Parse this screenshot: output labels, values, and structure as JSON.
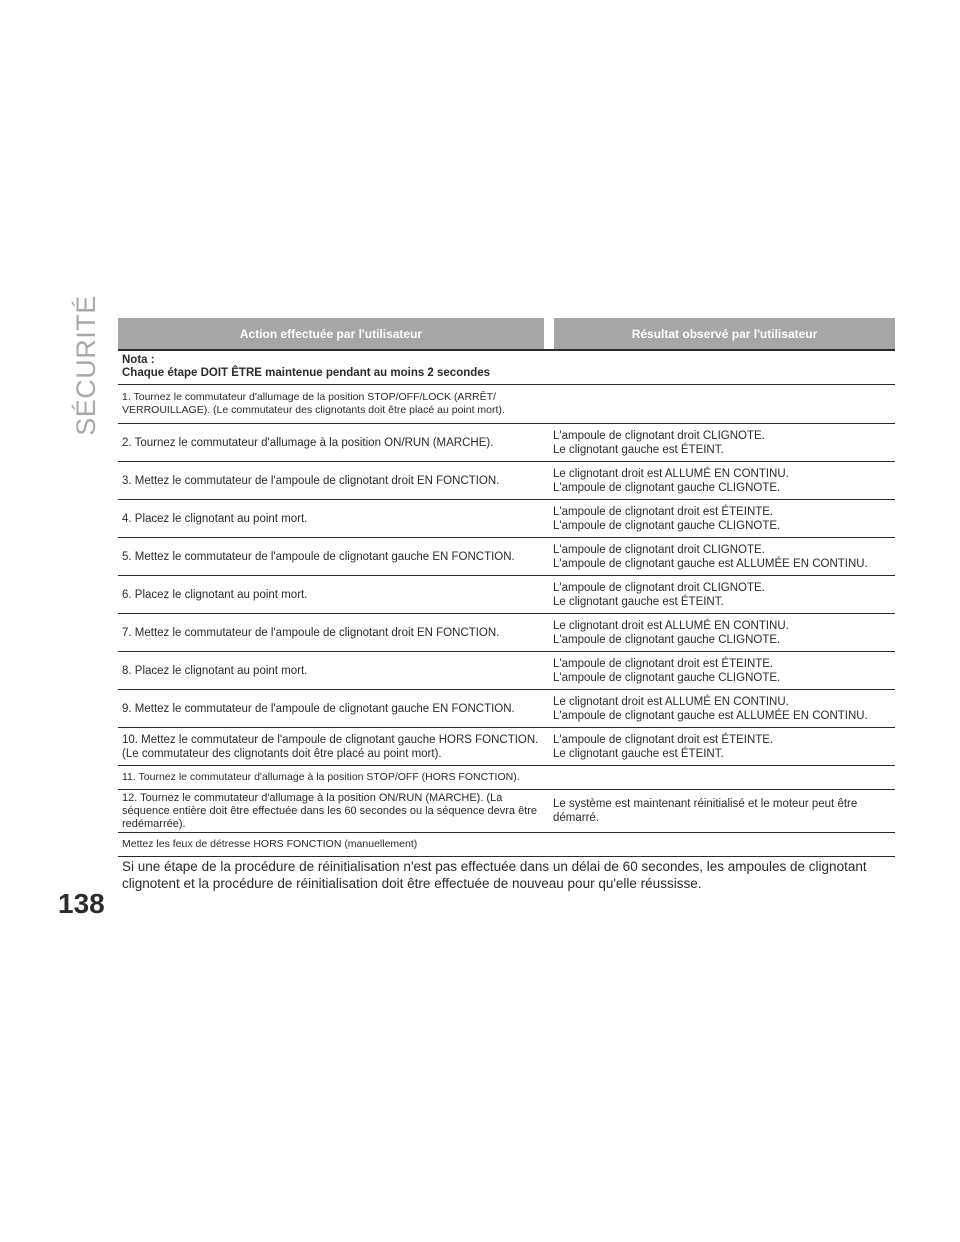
{
  "side_tab": "SÉCURITÉ",
  "page_number": "138",
  "table": {
    "headers": [
      "Action effectuée par l'utilisateur",
      "Résultat observé par l'utilisateur"
    ],
    "note_title": "Nota :",
    "note_text": "Chaque étape DOIT ÊTRE maintenue pendant au moins 2 secondes",
    "rows": [
      {
        "action": "1. Tournez le commutateur d'allumage de la position STOP/OFF/LOCK (ARRÊT/ VERROUILLAGE). (Le commutateur des clignotants doit être placé au point mort).",
        "result": ""
      },
      {
        "action": "2. Tournez le commutateur d'allumage à la position ON/RUN (MARCHE).",
        "result": "L'ampoule de clignotant droit CLIGNOTE.\nLe clignotant gauche est ÉTEINT."
      },
      {
        "action": "3. Mettez le commutateur de l'ampoule de clignotant droit EN FONCTION.",
        "result": "Le clignotant droit est ALLUMÉ EN CONTINU.\nL'ampoule de clignotant gauche CLIGNOTE."
      },
      {
        "action": "4. Placez le clignotant au point mort.",
        "result": "L'ampoule de clignotant droit est ÉTEINTE.\nL'ampoule de clignotant gauche CLIGNOTE."
      },
      {
        "action": "5. Mettez le commutateur de l'ampoule de clignotant gauche EN FONCTION.",
        "result": "L'ampoule de clignotant droit CLIGNOTE.\nL'ampoule de clignotant gauche est ALLUMÉE EN CONTINU."
      },
      {
        "action": "6. Placez le clignotant au point mort.",
        "result": "L'ampoule de clignotant droit CLIGNOTE.\nLe clignotant gauche est ÉTEINT."
      },
      {
        "action": "7. Mettez le commutateur de l'ampoule de clignotant droit EN FONCTION.",
        "result": "Le clignotant droit est ALLUMÉ EN CONTINU.\nL'ampoule de clignotant gauche CLIGNOTE."
      },
      {
        "action": "8. Placez le clignotant au point mort.",
        "result": "L'ampoule de clignotant droit est ÉTEINTE.\nL'ampoule de clignotant gauche CLIGNOTE."
      },
      {
        "action": "9. Mettez le commutateur de l'ampoule de clignotant gauche EN FONCTION.",
        "result": "Le clignotant droit est ALLUMÉ EN CONTINU.\nL'ampoule de clignotant gauche est ALLUMÉE EN CONTINU."
      },
      {
        "action": "10. Mettez le commutateur de l'ampoule de clignotant gauche HORS FONCTION. (Le commutateur des clignotants doit être placé au point mort).",
        "result": "L'ampoule de clignotant droit est ÉTEINTE.\nLe clignotant gauche est ÉTEINT."
      },
      {
        "action": "11. Tournez le commutateur d'allumage à la position STOP/OFF (HORS FONCTION).",
        "result": ""
      },
      {
        "action": "12. Tournez le commutateur d'allumage à la position ON/RUN (MARCHE). (La séquence entière doit être effectuée dans les 60 secondes ou la séquence devra être redémarrée).",
        "result": "Le système est maintenant réinitialisé et le moteur peut être démarré."
      },
      {
        "action": "Mettez les feux de détresse HORS FONCTION (manuellement)",
        "result": ""
      }
    ]
  },
  "footer_text": "Si une étape de la procédure de réinitialisation n'est pas effectuée dans un délai de 60 secondes, les ampoules de clignotant clignotent et la procédure de réinitialisation doit être effectuée de nouveau pour qu'elle réussisse."
}
